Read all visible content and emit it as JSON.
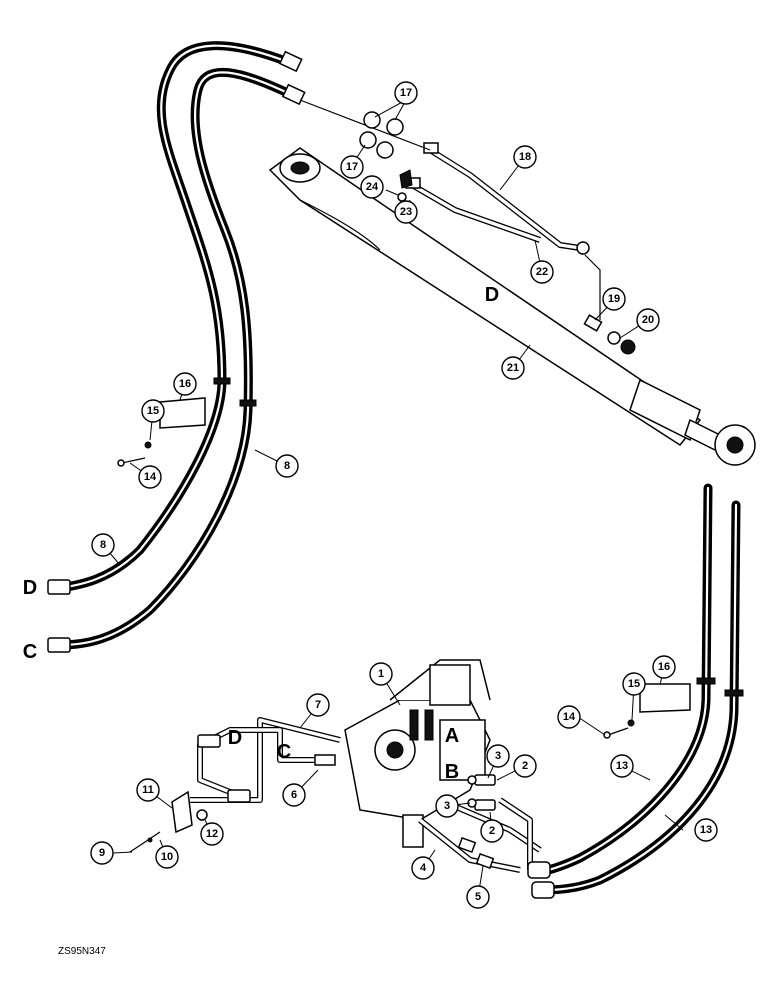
{
  "figure": {
    "drawing_code": "ZS95N347"
  },
  "callouts": [
    {
      "id": "c17a",
      "num": "17"
    },
    {
      "id": "c17b",
      "num": "17"
    },
    {
      "id": "c18",
      "num": "18"
    },
    {
      "id": "c23",
      "num": "23"
    },
    {
      "id": "c24",
      "num": "24"
    },
    {
      "id": "c22",
      "num": "22"
    },
    {
      "id": "c19",
      "num": "19"
    },
    {
      "id": "c20",
      "num": "20"
    },
    {
      "id": "c21",
      "num": "21"
    },
    {
      "id": "c16a",
      "num": "16"
    },
    {
      "id": "c15a",
      "num": "15"
    },
    {
      "id": "c14a",
      "num": "14"
    },
    {
      "id": "c8a",
      "num": "8"
    },
    {
      "id": "c8b",
      "num": "8"
    },
    {
      "id": "c1",
      "num": "1"
    },
    {
      "id": "c7",
      "num": "7"
    },
    {
      "id": "c6",
      "num": "6"
    },
    {
      "id": "c3a",
      "num": "3"
    },
    {
      "id": "c2a",
      "num": "2"
    },
    {
      "id": "c3b",
      "num": "3"
    },
    {
      "id": "c2b",
      "num": "2"
    },
    {
      "id": "c11",
      "num": "11"
    },
    {
      "id": "c12",
      "num": "12"
    },
    {
      "id": "c9",
      "num": "9"
    },
    {
      "id": "c10",
      "num": "10"
    },
    {
      "id": "c4",
      "num": "4"
    },
    {
      "id": "c5",
      "num": "5"
    },
    {
      "id": "c16b",
      "num": "16"
    },
    {
      "id": "c15b",
      "num": "15"
    },
    {
      "id": "c14b",
      "num": "14"
    },
    {
      "id": "c13a",
      "num": "13"
    },
    {
      "id": "c13b",
      "num": "13"
    }
  ],
  "connection_letters": {
    "hose_d": "D",
    "hose_c": "C",
    "tube_d": "D",
    "tube_c": "C",
    "port_a": "A",
    "port_b": "B",
    "cylinder_d": "D"
  }
}
